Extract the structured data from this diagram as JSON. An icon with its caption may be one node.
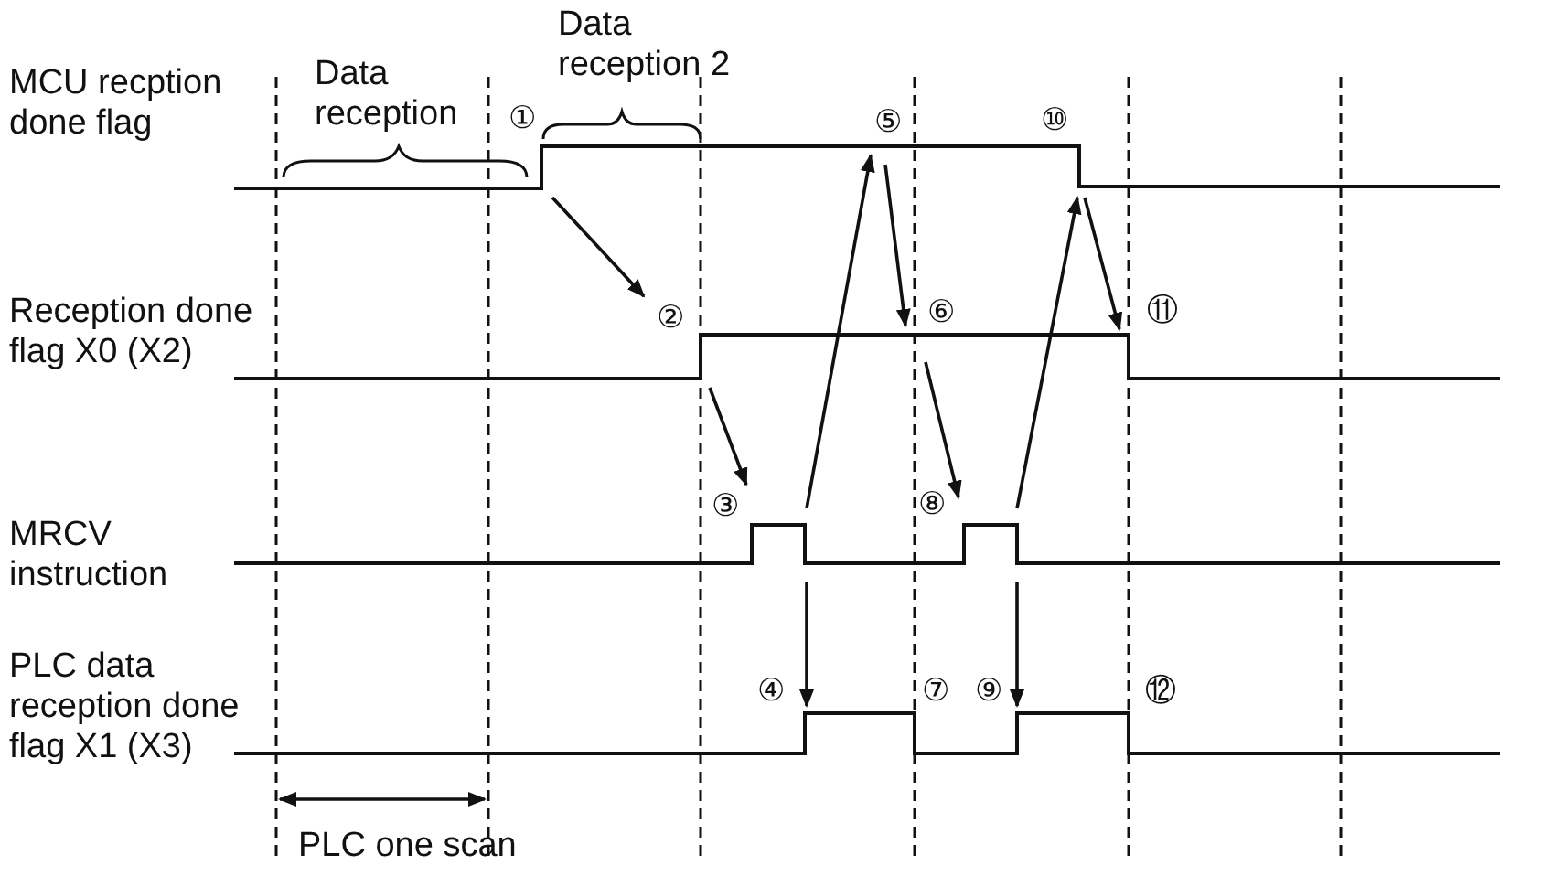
{
  "diagram": {
    "labels": [
      "MCU recption done flag",
      "Data reception",
      "①",
      "Data reception 2",
      "⑤",
      "⑩",
      "Reception done flag X0 (X2)",
      "②",
      "⑥",
      "⑪",
      "MRCV instruction",
      "③",
      "⑧",
      "PLC data reception done flag X1 (X3)",
      "④",
      "⑦",
      "⑨",
      "⑫",
      "PLC one scan"
    ]
  }
}
